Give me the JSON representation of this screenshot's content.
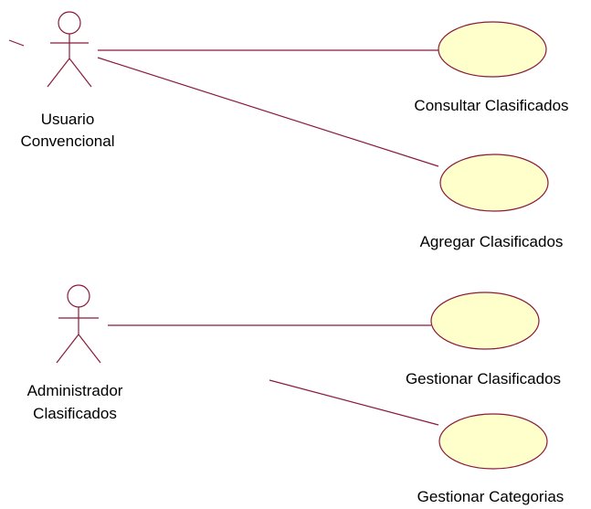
{
  "actors": [
    {
      "id": "usuario",
      "lines": [
        "Usuario",
        "Convencional"
      ]
    },
    {
      "id": "admin",
      "lines": [
        "Administrador",
        "Clasificados"
      ]
    }
  ],
  "use_cases": [
    {
      "id": "consultar",
      "label": "Consultar Clasificados"
    },
    {
      "id": "agregar",
      "label": "Agregar Clasificados"
    },
    {
      "id": "gestionar-clasificados",
      "label": "Gestionar Clasificados"
    },
    {
      "id": "gestionar-categorias",
      "label": "Gestionar Categorias"
    }
  ],
  "associations": [
    {
      "from": "usuario",
      "to": "consultar"
    },
    {
      "from": "usuario",
      "to": "agregar"
    },
    {
      "from": "admin",
      "to": "gestionar-clasificados"
    },
    {
      "from": "admin",
      "to": "gestionar-categorias"
    }
  ],
  "colors": {
    "line": "#8b1a3a",
    "usecase_fill": "#ffffcc",
    "text": "#000000"
  }
}
